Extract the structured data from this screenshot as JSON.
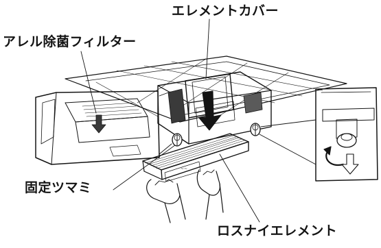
{
  "labels": {
    "element_cover": "エレメントカバー",
    "allergen_filter": "アレル除菌フィルター",
    "fixing_knob": "固定ツマミ",
    "lossnay_element": "ロスナイエレメント"
  },
  "colors": {
    "line": "#141414",
    "background": "#ffffff"
  }
}
